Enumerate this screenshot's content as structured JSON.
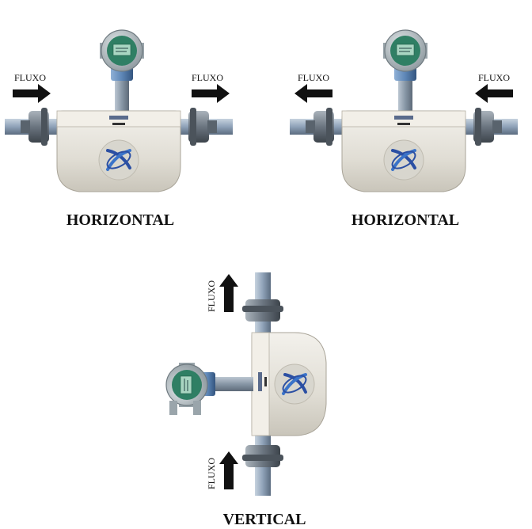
{
  "installations": [
    {
      "caption": "HORIZONTAL",
      "flow_label_left": "FLUXO",
      "flow_label_right": "FLUXO",
      "flow_direction": "right"
    },
    {
      "caption": "HORIZONTAL",
      "flow_label_left": "FLUXO",
      "flow_label_right": "FLUXO",
      "flow_direction": "left"
    },
    {
      "caption": "VERTICAL",
      "flow_label_top": "FLUXO",
      "flow_label_bottom": "FLUXO",
      "flow_direction": "up"
    }
  ],
  "colors": {
    "pipe": "#8fa2b8",
    "flange": "#6b7580",
    "body": "#e3e0d8",
    "neck": "#5d86b6",
    "transmitter": "#b4bfc4",
    "display": "#3c9a7a",
    "logo": "#2b4fa3",
    "arrow": "#111111"
  },
  "icons": [
    "arrow-right-icon",
    "arrow-left-icon",
    "arrow-up-icon",
    "logo-icon"
  ]
}
